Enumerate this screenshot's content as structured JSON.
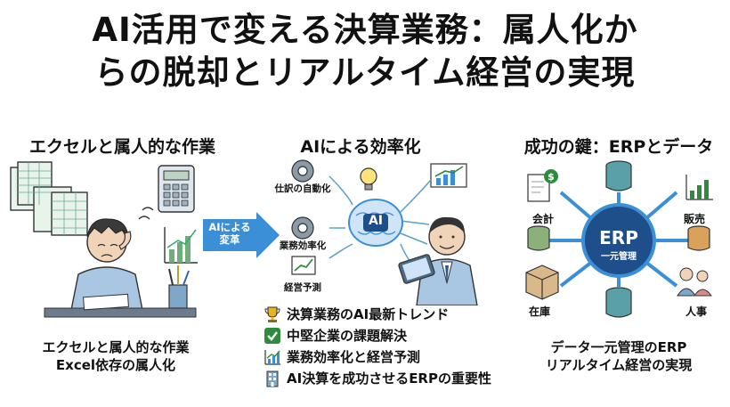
{
  "title": {
    "line1": "AI活用で変える決算業務：属人化か",
    "line2": "らの脱却とリアルタイム経営の実現"
  },
  "left": {
    "heading": "エクセルと属人的な作業",
    "caption_line1": "エクセルと属人的な作業",
    "caption_line2": "Excel依存の属人化"
  },
  "arrow": {
    "label_line1": "AIによる",
    "label_line2": "変革"
  },
  "middle": {
    "heading": "AIによる効率化",
    "tags": [
      "仕訳の自動化",
      "業務効率化",
      "経営予測"
    ],
    "ai_label": "AI"
  },
  "bullets": [
    {
      "icon": "trophy-icon",
      "text": "決算業務のAI最新トレンド"
    },
    {
      "icon": "checkbox-icon",
      "text": "中堅企業の課題解決"
    },
    {
      "icon": "chart-icon",
      "text": "業務効率化と経営予測"
    },
    {
      "icon": "building-icon",
      "text": "AI決算を成功させるERPの重要性"
    }
  ],
  "right": {
    "heading": "成功の鍵：ERPとデータ",
    "erp_title": "ERP",
    "erp_sub": "一元管理",
    "nodes": [
      "会計",
      "販売",
      "在庫",
      "人事"
    ],
    "caption_line1": "データ一元管理のERP",
    "caption_line2": "リアルタイム経営の実現"
  },
  "colors": {
    "accent_blue": "#3b8fd6",
    "icon_teal": "#5aa0a8",
    "green": "#2e8b3e"
  }
}
